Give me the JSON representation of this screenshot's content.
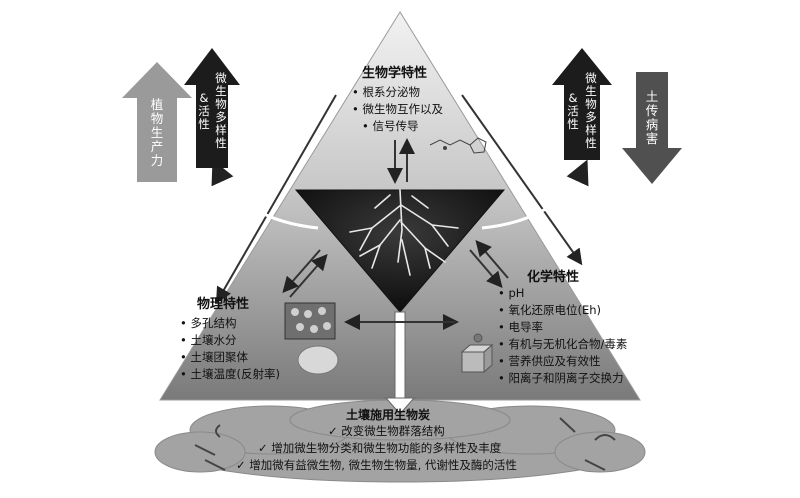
{
  "biological": {
    "title": "生物学特性",
    "items": [
      "根系分泌物",
      "微生物互作以及",
      "信号传导"
    ]
  },
  "chemical": {
    "title": "化学特性",
    "items": [
      "pH",
      "氧化还原电位(Eh)",
      "电导率",
      "有机与无机化合物/毒素",
      "营养供应及有效性",
      "阳离子和阴离子交换力"
    ]
  },
  "physical": {
    "title": "物理特性",
    "items": [
      "多孔结构",
      "土壤水分",
      "土壤团聚体",
      "土壤温度(反射率)"
    ]
  },
  "biochar": {
    "title": "土壤施用生物炭",
    "items": [
      "改变微生物群落结构",
      "增加微生物分类和微生物功能的多样性及丰度",
      "增加微有益微生物, 微生物生物量, 代谢性及酶的活性"
    ]
  },
  "arrows": {
    "plant_productivity": "植物生产力",
    "diversity_left": "微生物多样性",
    "activity_left": "&活性",
    "diversity_right": "微生物多样性",
    "activity_right": "&活性",
    "soil_disease": "土传病害"
  },
  "colors": {
    "dark_arrow": "#1c1c1c",
    "light_arrow": "#9a9a9a",
    "mid_arrow": "#505050",
    "pyramid": "#8e8e8e",
    "cloud": "#a0a0a0"
  }
}
